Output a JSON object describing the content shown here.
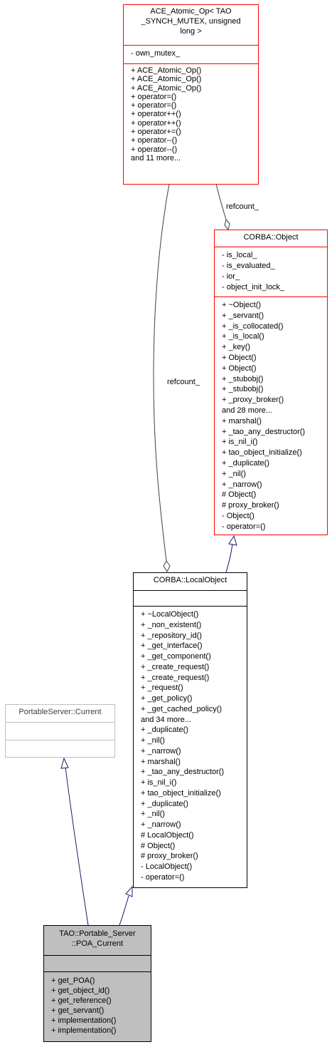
{
  "classes": {
    "atomic": {
      "title_lines": [
        "ACE_Atomic_Op< TAO",
        "_SYNCH_MUTEX, unsigned",
        "long >"
      ],
      "attributes": [
        "- own_mutex_"
      ],
      "methods": [
        "+ ACE_Atomic_Op()",
        "+ ACE_Atomic_Op()",
        "+ ACE_Atomic_Op()",
        "+ operator=()",
        "+ operator=()",
        "+ operator++()",
        "+ operator++()",
        "+ operator+=()",
        "+ operator--()",
        "+ operator--()",
        "and 11 more..."
      ]
    },
    "object": {
      "title_lines": [
        "CORBA::Object"
      ],
      "attributes": [
        "- is_local_",
        "- is_evaluated_",
        "- ior_",
        "- object_init_lock_"
      ],
      "methods": [
        "+ ~Object()",
        "+ _servant()",
        "+ _is_collocated()",
        "+ _is_local()",
        "+ _key()",
        "+ Object()",
        "+ Object()",
        "+ _stubobj()",
        "+ _stubobj()",
        "+ _proxy_broker()",
        "and 28 more...",
        "+ marshal()",
        "+ _tao_any_destructor()",
        "+ is_nil_i()",
        "+ tao_object_initialize()",
        "+ _duplicate()",
        "+ _nil()",
        "+ _narrow()",
        "# Object()",
        "# proxy_broker()",
        "- Object()",
        "- operator=()"
      ]
    },
    "localobject": {
      "title_lines": [
        "CORBA::LocalObject"
      ],
      "attributes": [],
      "methods": [
        "+ ~LocalObject()",
        "+ _non_existent()",
        "+ _repository_id()",
        "+ _get_interface()",
        "+ _get_component()",
        "+ _create_request()",
        "+ _create_request()",
        "+ _request()",
        "+ _get_policy()",
        "+ _get_cached_policy()",
        "and 34 more...",
        "+ _duplicate()",
        "+ _nil()",
        "+ _narrow()",
        "+ marshal()",
        "+ _tao_any_destructor()",
        "+ is_nil_i()",
        "+ tao_object_initialize()",
        "+ _duplicate()",
        "+ _nil()",
        "+ _narrow()",
        "# LocalObject()",
        "# Object()",
        "# proxy_broker()",
        "- LocalObject()",
        "- operator=()"
      ]
    },
    "current": {
      "title_lines": [
        "PortableServer::Current"
      ],
      "attributes": [],
      "methods": []
    },
    "poacurrent": {
      "title_lines": [
        "TAO::Portable_Server",
        "::POA_Current"
      ],
      "attributes": [],
      "methods": [
        "+ get_POA()",
        "+ get_object_id()",
        "+ get_reference()",
        "+ get_servant()",
        "+ implementation()",
        "+ implementation()"
      ]
    }
  },
  "edges": {
    "refcount_object": "refcount_",
    "refcount_local": "refcount_"
  },
  "colors": {
    "inherit_edge": "#191970",
    "aggregation_edge": "#404040",
    "focus_fill": "#bfbfbf",
    "template_border": "#ff0000",
    "external_border": "#bfbfbf"
  }
}
